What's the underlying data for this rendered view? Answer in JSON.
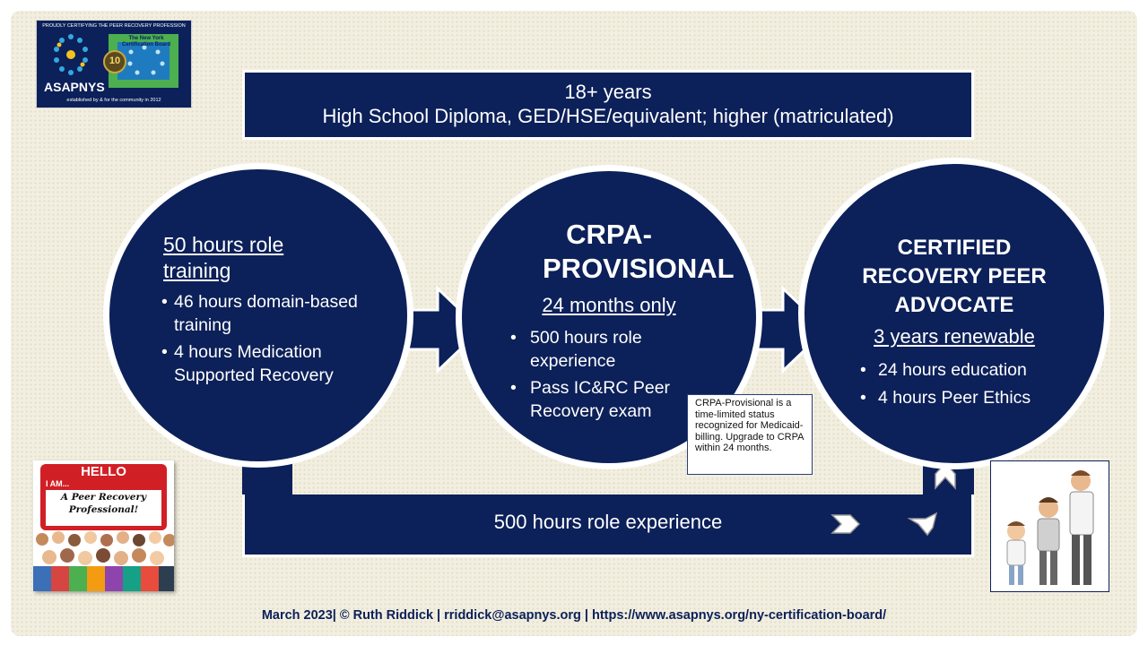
{
  "logo": {
    "tagline": "PROUDLY CERTIFYING THE PEER RECOVERY PROFESSION",
    "badge_number": "10",
    "name": "ASAPNYS",
    "board": "The New York Certification Board",
    "established": "established by & for the community in 2012"
  },
  "requirements": {
    "line1": "18+ years",
    "line2": "High School Diploma, GED/HSE/equivalent; higher (matriculated)"
  },
  "stage1": {
    "heading": "50 hours role training",
    "bullets": [
      "46 hours domain-based training",
      "4 hours Medication Supported Recovery"
    ]
  },
  "stage2": {
    "title": "CRPA-PROVISIONAL",
    "subtitle": "24 months only",
    "bullets": [
      "500 hours role experience",
      "Pass IC&RC Peer Recovery exam"
    ]
  },
  "note": "CRPA-Provisional is a time-limited status recognized for Medicaid-billing. Upgrade to CRPA within 24 months.",
  "stage3": {
    "title": "CERTIFIED RECOVERY PEER ADVOCATE",
    "subtitle": "3 years renewable",
    "bullets": [
      "24 hours education",
      "4 hours Peer Ethics"
    ]
  },
  "bottom_path": {
    "label": "500 hours role experience"
  },
  "hello_badge": {
    "hello": "HELLO",
    "iam": "I AM...",
    "text": "A Peer Recovery Professional!"
  },
  "footer": "March 2023| © Ruth Riddick | rriddick@asapnys.org | https://www.asapnys.org/ny-certification-board/",
  "colors": {
    "navy": "#0c2059",
    "background": "#f2efe1",
    "badge_red": "#d11f26"
  }
}
